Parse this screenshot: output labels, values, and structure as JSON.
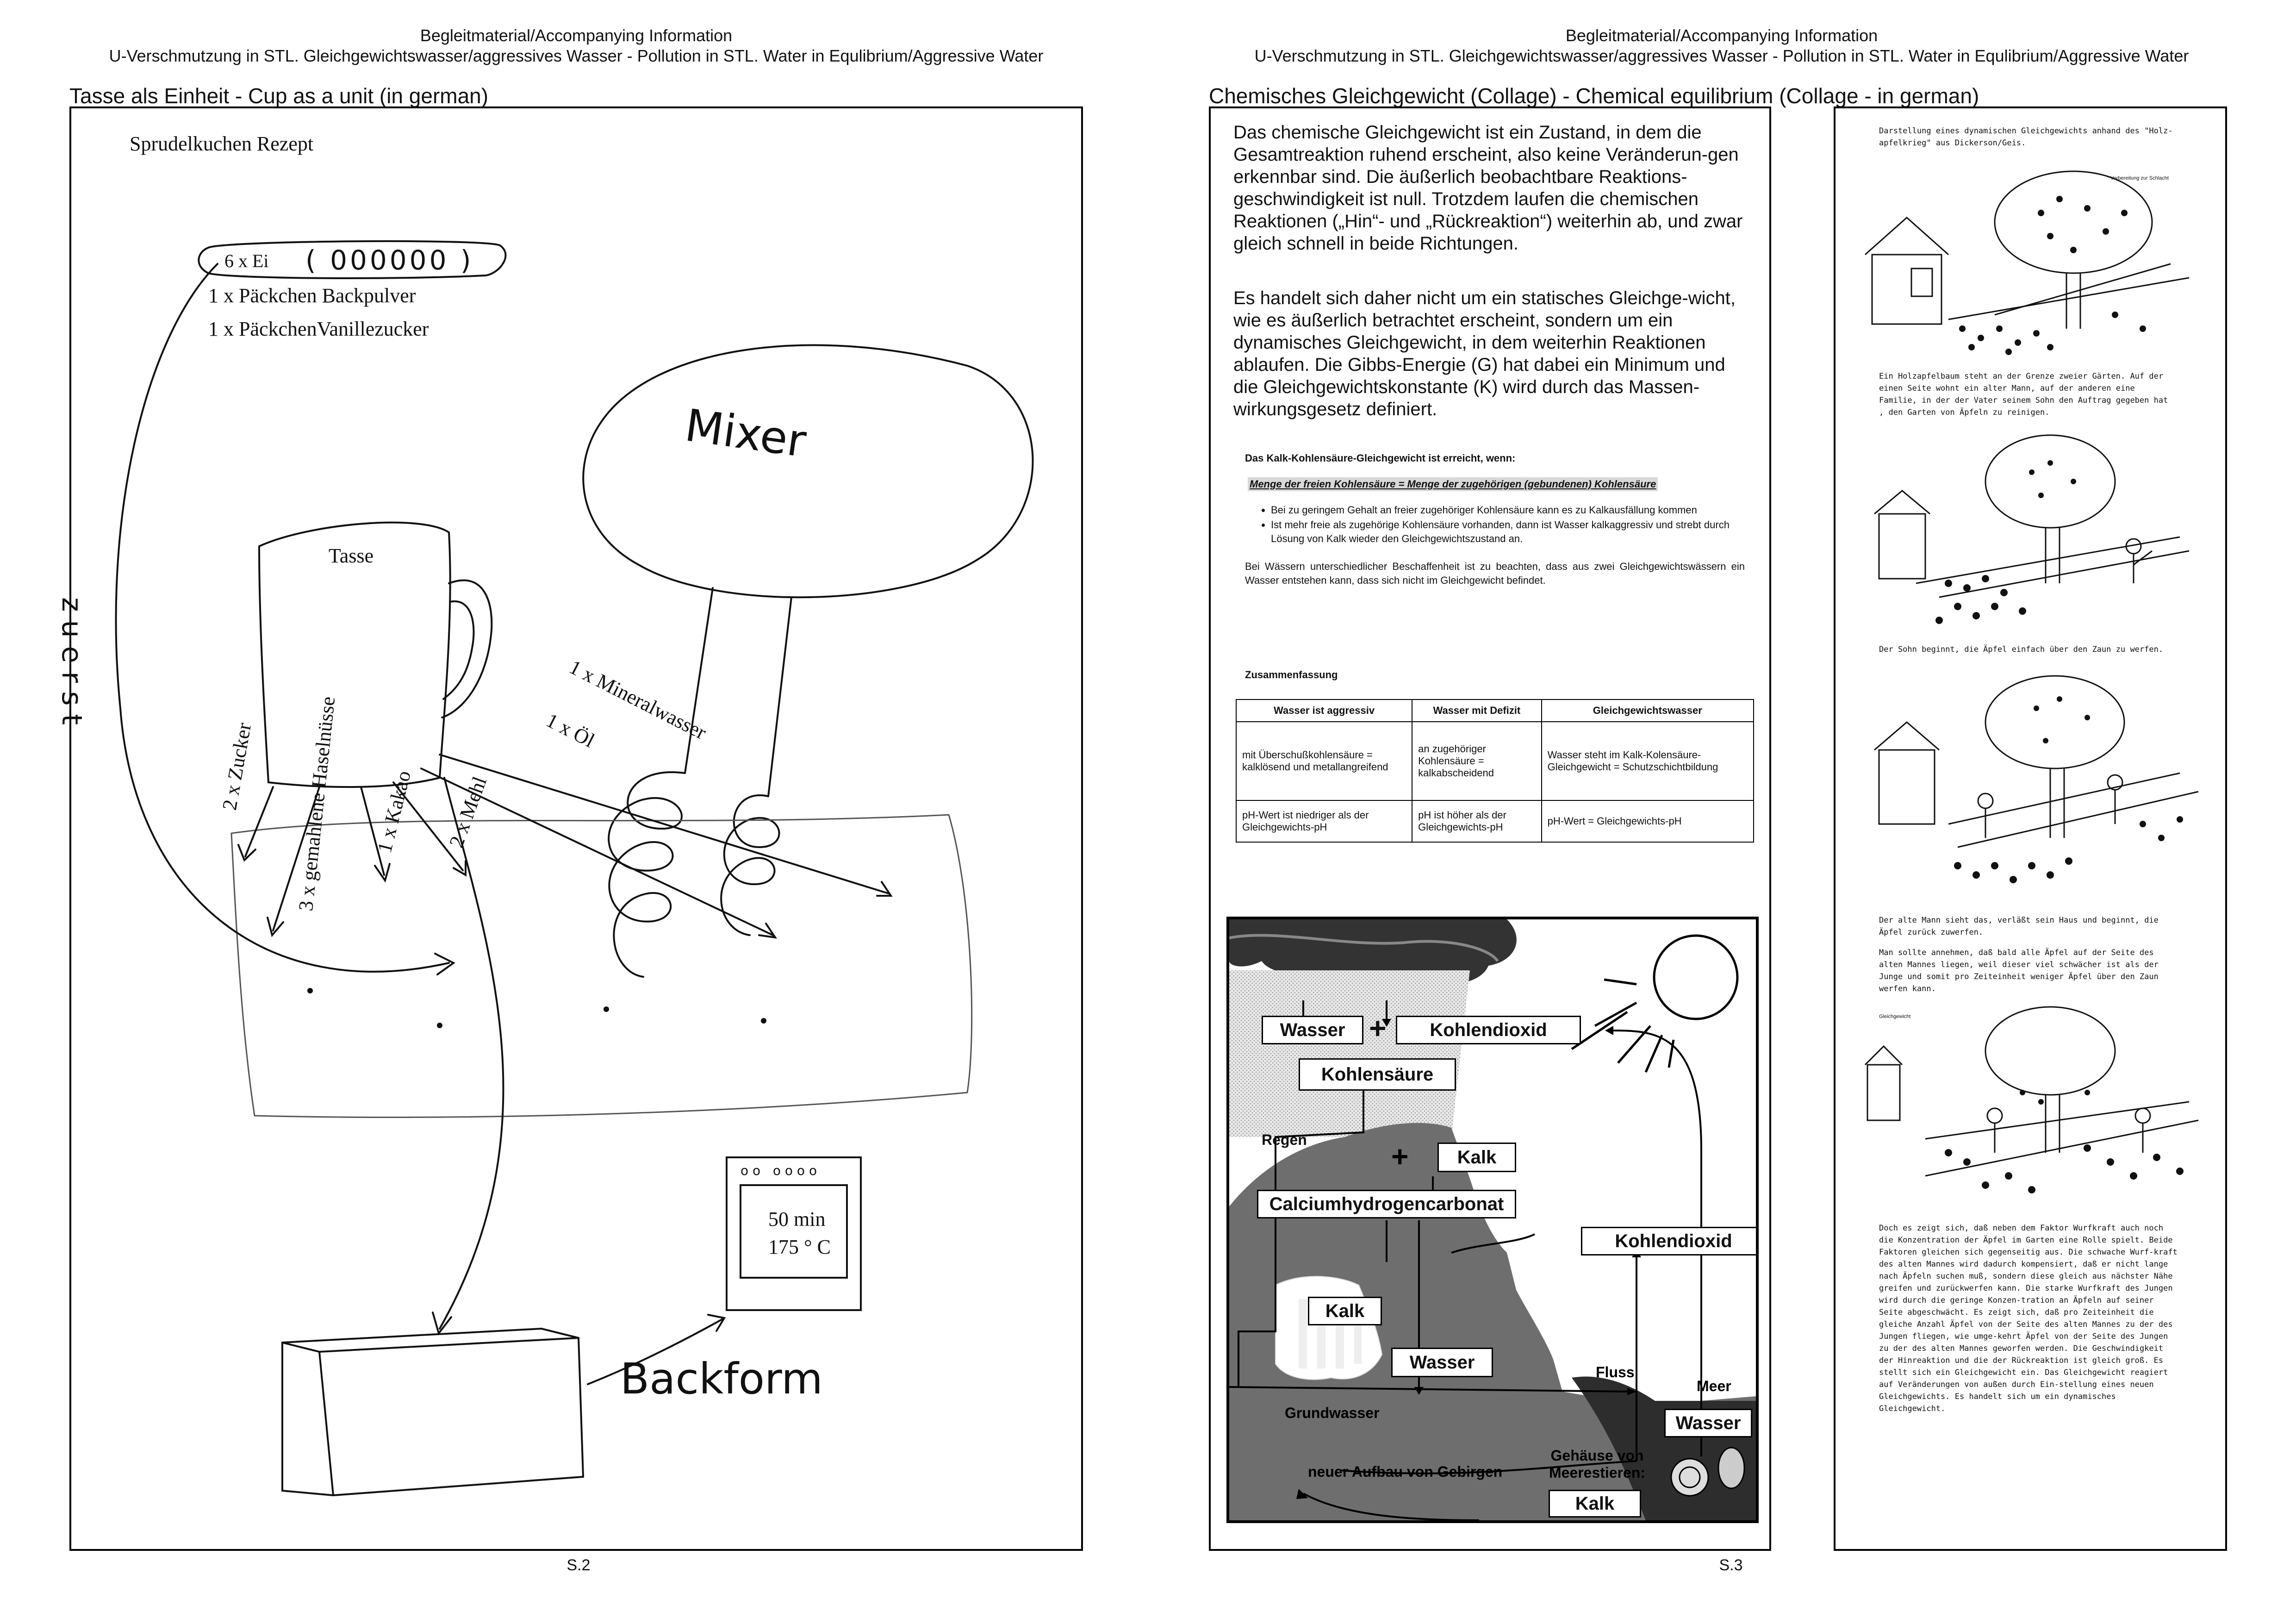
{
  "header": {
    "title": "Begleitmaterial/Accompanying Information",
    "subtitle": "U-Verschmutzung in STL. Gleichgewichtswasser/aggressives Wasser - Pollution in STL. Water in Equlibrium/Aggressive Water"
  },
  "left_page": {
    "section_title": "Tasse als Einheit - Cup as a unit (in german)",
    "recipe_title": "Sprudelkuchen Rezept",
    "ingredients": [
      "6 x Ei",
      "1 x Päckchen Backpulver",
      "1 x PäckchenVanillezucker"
    ],
    "egg_marks": "( 000000 )",
    "mixer": "Mixer",
    "cup": "Tasse",
    "first": "zuerst",
    "arrows": [
      "2 x Zucker",
      "3 x gemahlene Haselnüsse",
      "1 x Kakao",
      "2 x Mehl",
      "1 x Öl",
      "1 x Mineralwasser"
    ],
    "oven_time": "50 min",
    "oven_temp": "175 ° C",
    "oven_knobs": "o o   o o o o",
    "baking_pan": "Backform",
    "page_number": "S.2"
  },
  "right_page": {
    "section_title": "Chemisches Gleichgewicht (Collage) - Chemical equilibrium (Collage - in german)",
    "paragraphs": [
      "Das chemische Gleichgewicht ist ein Zustand, in dem die Gesamtreaktion ruhend erscheint, also keine Veränderun-gen erkennbar sind. Die äußerlich beobachtbare Reaktions-geschwindigkeit ist null. Trotzdem laufen die chemischen Reaktionen („Hin“- und „Rückreaktion“) weiterhin ab, und zwar gleich schnell in beide Richtungen.",
      "Es handelt sich daher nicht um ein statisches Gleichge-wicht, wie es äußerlich betrachtet erscheint, sondern um ein dynamisches Gleichgewicht, in dem weiterhin Reaktionen ablaufen. Die Gibbs-Energie (G) hat dabei ein Minimum und die Gleichgewichtskonstante (K) wird durch das Massen-wirkungsgesetz definiert."
    ],
    "kalk_heading": "Das Kalk-Kohlensäure-Gleichgewicht ist erreicht, wenn:",
    "kalk_condition": "Menge der freien Kohlensäure = Menge der zugehörigen (gebundenen) Kohlensäure",
    "bullets": [
      "Bei zu geringem Gehalt an freier zugehöriger Kohlensäure kann es zu Kalkausfällung kommen",
      "Ist mehr freie als zugehörige  Kohlensäure vorhanden, dann ist Wasser kalkaggressiv und strebt durch Lösung von Kalk wieder den Gleichgewichtszustand an."
    ],
    "note": "Bei Wässern unterschiedlicher Beschaffenheit ist zu beachten, dass aus zwei Gleichgewichtswässern ein Wasser entstehen kann, dass sich nicht im Gleichgewicht befindet.",
    "summary_title": "Zusammenfassung",
    "table": {
      "headers": [
        "Wasser ist aggressiv",
        "Wasser mit Defizit",
        "Gleichgewichtswasser"
      ],
      "rows": [
        [
          "mit Überschußkohlensäure = kalklösend und metallangreifend",
          "an zugehöriger Kohlensäure = kalkabscheidend",
          "Wasser steht im  Kalk-Kolensäure-Gleichgewicht = Schutzschichtbildung"
        ],
        [
          "pH-Wert ist niedriger als der Gleichgewichts-pH",
          "pH ist höher als der Gleichgewichts-pH",
          "pH-Wert = Gleichgewichts-pH"
        ]
      ]
    },
    "diagram": {
      "wasser1": "Wasser",
      "plus1": "+",
      "kohlendioxid1": "Kohlendioxid",
      "kohlensaeure": "Kohlensäure",
      "regen": "Regen",
      "plus2": "+",
      "kalk1": "Kalk",
      "calcium": "Calciumhydrogencarbonat",
      "kohlendioxid2": "Kohlendioxid",
      "kalk2": "Kalk",
      "wasser2": "Wasser",
      "fluss": "Fluss",
      "meer": "Meer",
      "wasser3": "Wasser",
      "grundwasser": "Grundwasser",
      "gebirge": "neuer Aufbau von Gebirgen",
      "gehaeuse": "Gehäuse von Meerestieren:",
      "kalk3": "Kalk"
    },
    "page_number": "S.3"
  },
  "comic": {
    "intro": "Darstellung eines dynamischen Gleichgewichts anhand des \"Holz-apfelkrieg\" aus Dickerson/Geis.",
    "source_tag": "Vorbereitung zur Schlacht",
    "captions": [
      "Ein Holzapfelbaum steht an der Grenze zweier Gärten. Auf der einen Seite wohnt ein alter Mann, auf der anderen eine Familie, in der der Vater seinem Sohn den Auftrag gegeben hat , den Garten von Äpfeln zu reinigen.",
      "Der Sohn beginnt, die Äpfel einfach über den Zaun zu werfen.",
      "Der alte Mann sieht das, verläßt sein Haus und beginnt, die Äpfel zurück zuwerfen.",
      "Man sollte annehmen, daß bald alle Äpfel auf der Seite des alten Mannes liegen, weil dieser viel schwächer ist als der Junge und somit pro Zeiteinheit weniger Äpfel über den Zaun werfen kann."
    ],
    "tag4": "Gleichgewicht",
    "conclusion": "Doch es zeigt sich, daß neben dem Faktor Wurfkraft auch noch die Konzentration der Äpfel im Garten eine Rolle spielt. Beide Faktoren gleichen sich gegenseitig aus. Die schwache Wurf-kraft des alten Mannes wird dadurch kompensiert, daß er nicht lange nach Äpfeln suchen muß, sondern diese gleich aus nächster Nähe greifen und zurückwerfen kann. Die starke Wurfkraft des Jungen wird durch die geringe Konzen-tration an Äpfeln auf seiner Seite abgeschwächt. Es zeigt sich, daß pro Zeiteinheit die gleiche Anzahl Äpfel von der Seite des alten Mannes zu der des Jungen fliegen, wie umge-kehrt Äpfel von der Seite des Jungen zu der des alten Mannes geworfen werden. Die Geschwindigkeit der Hinreaktion und die der Rückreaktion ist gleich groß. Es stellt sich ein Gleichgewicht ein. Das Gleichgewicht reagiert auf Veränderungen von außen durch Ein-stellung eines neuen Gleichgewichts. Es handelt sich um ein dynamisches Gleichgewicht."
  }
}
